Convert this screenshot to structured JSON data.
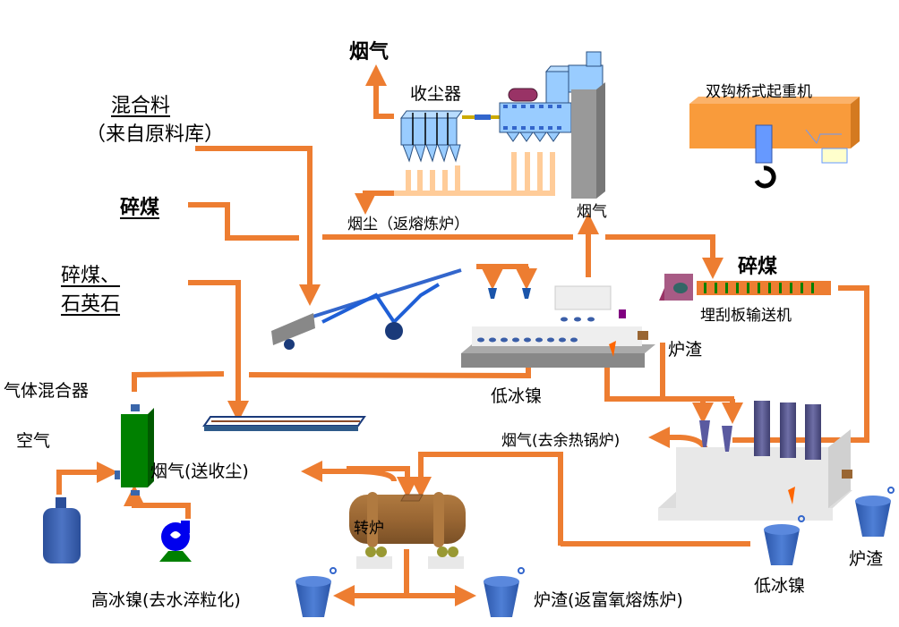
{
  "colors": {
    "flow": "#ED7D31",
    "dust_flow": "#FFCC99",
    "collector": "#99CCFF",
    "crane": "#F99B3B",
    "converter": "#996633",
    "mixer": "#008000",
    "ladle": "#3366CC",
    "furnace": "#E8E8E8",
    "electrode": "#5A5A8C",
    "stack": "#999999"
  },
  "labels": {
    "flue_gas_top": "烟气",
    "dust_collector": "收尘器",
    "dust_return": "烟尘（返熔炼炉）",
    "flue_gas_stack": "烟气",
    "mixed_material": "混合料",
    "mixed_material_source": "（来自原料库）",
    "crushed_coal_1": "碎煤",
    "crushed_coal_quartz_1": "碎煤、",
    "crushed_coal_quartz_2": "石英石",
    "gas_mixer": "气体混合器",
    "air": "空气",
    "flue_gas_to_collector": "烟气(送收尘)",
    "crane": "双钩桥式起重机",
    "crushed_coal_2": "碎煤",
    "scraper_conveyor": "埋刮板输送机",
    "slag_1": "炉渣",
    "low_matte_1": "低冰镍",
    "flue_gas_to_boiler": "烟气(去余热锅炉)",
    "converter": "转炉",
    "high_matte": "高冰镍(去水淬粒化)",
    "slag_return": "炉渣(返富氧熔炼炉)",
    "low_matte_2": "低冰镍",
    "slag_2": "炉渣"
  }
}
